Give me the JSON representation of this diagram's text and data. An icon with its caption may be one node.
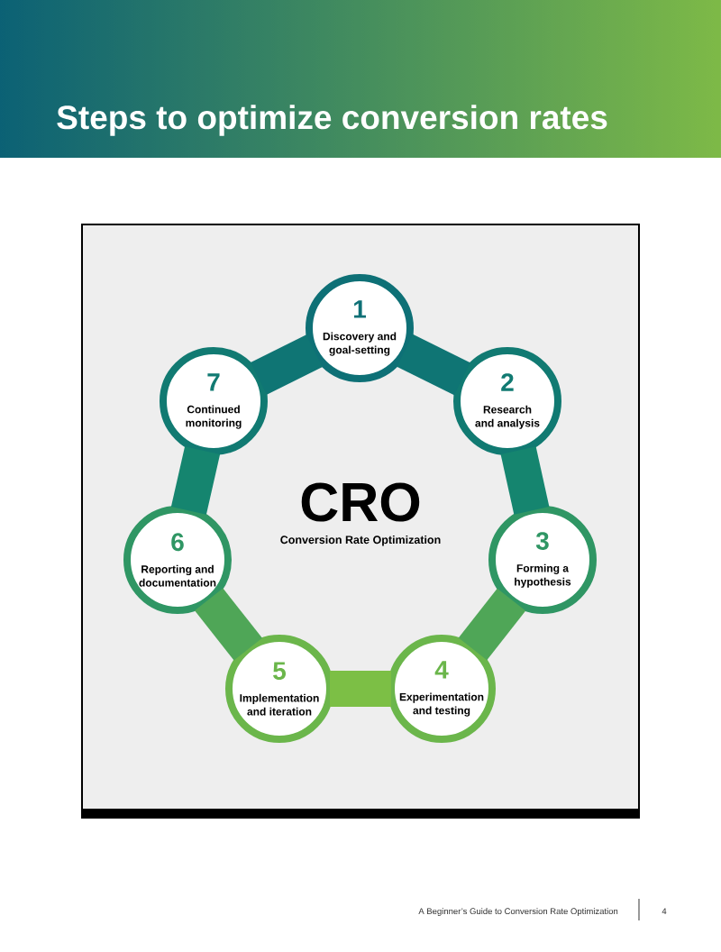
{
  "diagram": {
    "title": "Steps to optimize conversion rates",
    "nodes": [
      {
        "text": [
          "1",
          "Discovery and goal-setting"
        ]
      },
      {
        "text": [
          "2",
          "Research and analysis"
        ]
      },
      {
        "text": [
          "3",
          "Forming a hypothesis"
        ]
      },
      {
        "text": [
          "4",
          "Experimentation and testing"
        ]
      },
      {
        "text": [
          "5",
          "Implementation and iteration"
        ]
      },
      {
        "text": [
          "6",
          "Reporting and documentation"
        ]
      },
      {
        "text": [
          "7",
          "Continued monitoring"
        ]
      }
    ],
    "edges": [
      {
        "from": 0,
        "to": 1,
        "arrow": "none",
        "color": "#0f7574"
      },
      {
        "from": 1,
        "to": 2,
        "arrow": "none",
        "color": "#15856f"
      },
      {
        "from": 2,
        "to": 3,
        "arrow": "none",
        "color": "#4fa657"
      },
      {
        "from": 3,
        "to": 4,
        "arrow": "none",
        "color": "#7cbf45"
      },
      {
        "from": 4,
        "to": 5,
        "arrow": "none",
        "color": "#4fa657"
      },
      {
        "from": 5,
        "to": 6,
        "arrow": "none",
        "color": "#15856f"
      },
      {
        "from": 6,
        "to": 0,
        "arrow": "none",
        "color": "#0f7574"
      }
    ],
    "labels": [
      "CRO",
      "Conversion Rate Optimization",
      "A Beginner’s Guide to Conversion Rate Optimization",
      "4"
    ]
  }
}
